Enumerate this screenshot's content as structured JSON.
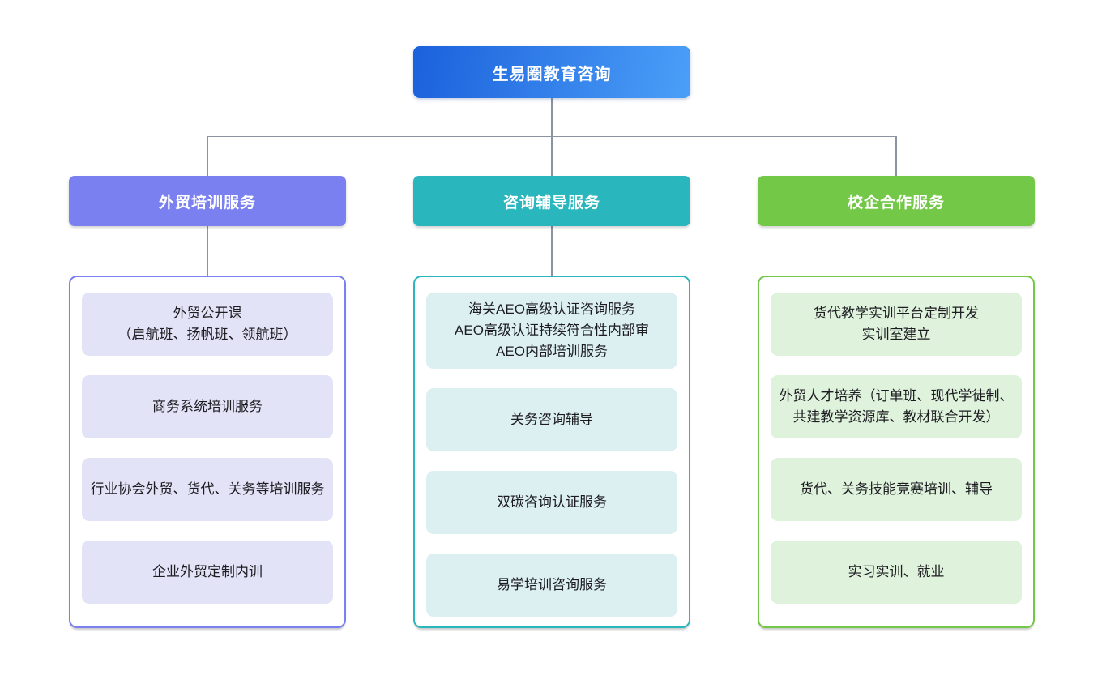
{
  "root": {
    "label": "生易圈教育咨询"
  },
  "branches": [
    {
      "id": "foreign-trade-training",
      "label": "外贸培训服务",
      "accent": "#7b80f0",
      "light": "#e3e3f8",
      "items": [
        "外贸公开课\n（启航班、扬帆班、领航班）",
        "商务系统培训服务",
        "行业协会外贸、货代、关务等培训服务",
        "企业外贸定制内训"
      ]
    },
    {
      "id": "consulting-coaching",
      "label": "咨询辅导服务",
      "accent": "#29b6bc",
      "light": "#dcf0f2",
      "items": [
        "海关AEO高级认证咨询服务\nAEO高级认证持续符合性内部审\nAEO内部培训服务",
        "关务咨询辅导",
        "双碳咨询认证服务",
        "易学培训咨询服务"
      ]
    },
    {
      "id": "school-enterprise-cooperation",
      "label": "校企合作服务",
      "accent": "#73c847",
      "light": "#def2dc",
      "items": [
        "货代教学实训平台定制开发\n实训室建立",
        "外贸人才培养（订单班、现代学徒制、共建教学资源库、教材联合开发）",
        "货代、关务技能竞赛培训、辅导",
        "实习实训、就业"
      ]
    }
  ],
  "colors": {
    "root_gradient_start": "#1b61dc",
    "root_gradient_end": "#4b9ff8",
    "connector": "#8b93a0"
  }
}
